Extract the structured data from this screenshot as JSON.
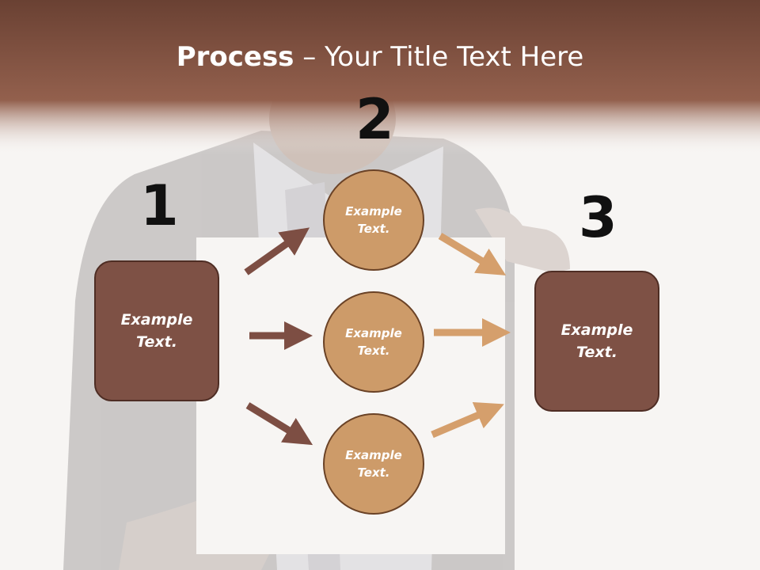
{
  "title": {
    "bold": "Process",
    "rest": " – Your Title Text Here"
  },
  "steps": {
    "one": "1",
    "two": "2",
    "three": "3"
  },
  "left_box": {
    "text": "Example\nText."
  },
  "right_box": {
    "text": "Example\nText."
  },
  "circles": [
    {
      "text": "Example\nText."
    },
    {
      "text": "Example\nText."
    },
    {
      "text": "Example\nText."
    }
  ],
  "colors": {
    "header_band": "#8e5a48",
    "box_fill": "#7e5145",
    "circle_fill": "#cd9b69",
    "arrow_dark": "#7d4e43",
    "arrow_light": "#d59f6c"
  }
}
